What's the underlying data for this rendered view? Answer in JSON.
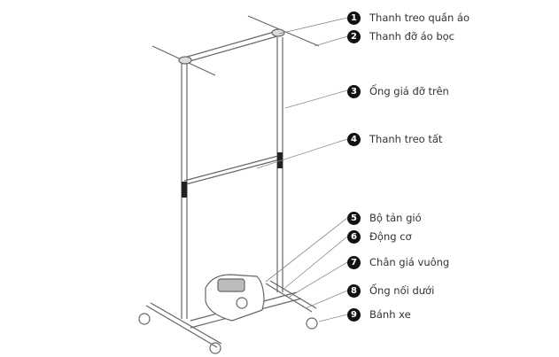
{
  "diagram": {
    "subject": "Portable clothes dryer rack with fan unit",
    "parts": [
      {
        "number": "1",
        "label": "Thanh treo quần áo"
      },
      {
        "number": "2",
        "label": "Thanh đỡ áo bọc"
      },
      {
        "number": "3",
        "label": "Ống giá đỡ trên"
      },
      {
        "number": "4",
        "label": "Thanh treo tất"
      },
      {
        "number": "5",
        "label": "Bộ tản gió"
      },
      {
        "number": "6",
        "label": "Động cơ"
      },
      {
        "number": "7",
        "label": "Chân giá vuông"
      },
      {
        "number": "8",
        "label": "Ống nối dưới"
      },
      {
        "number": "9",
        "label": "Bánh xe"
      }
    ],
    "colors": {
      "line": "#555555",
      "badge": "#111111",
      "text": "#333333"
    }
  }
}
